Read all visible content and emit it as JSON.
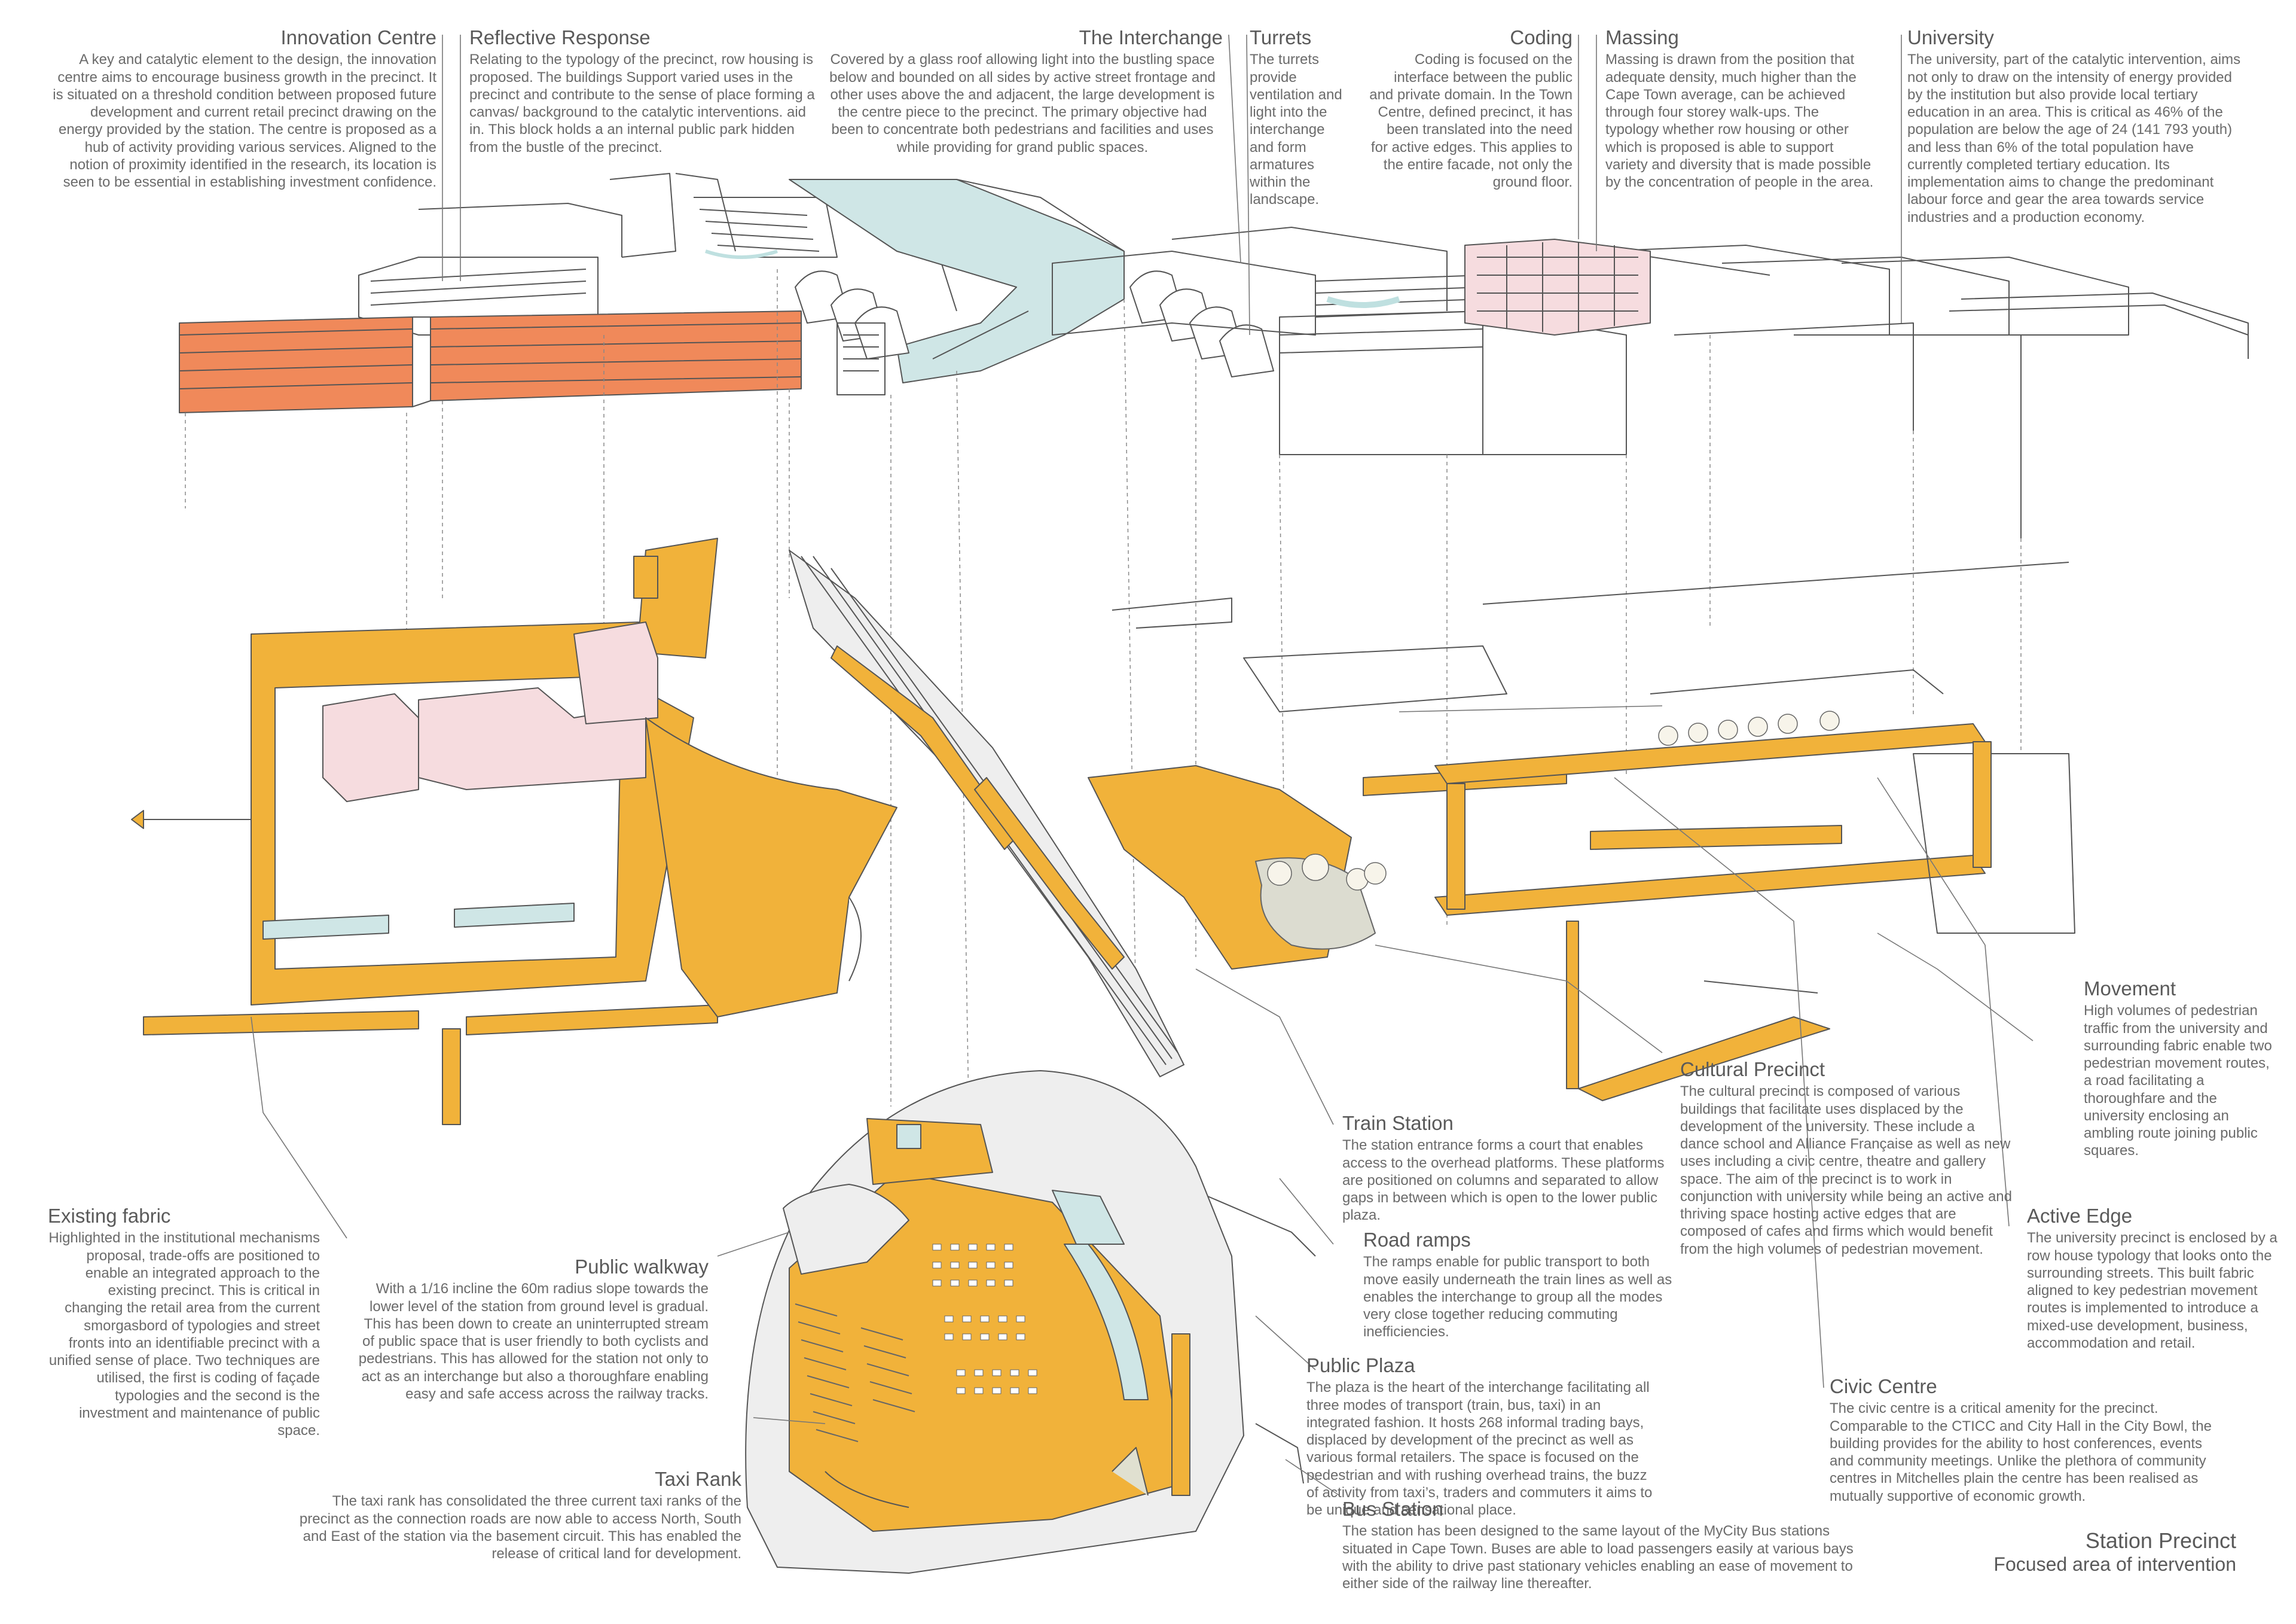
{
  "annotations": {
    "innovation_centre": {
      "title": "Innovation Centre",
      "body": "A key and catalytic element to the design, the innovation centre aims to encourage business growth in the precinct. It is situated on a threshold condition between proposed future development and current retail precinct drawing on the energy provided by the station. The centre is proposed as a hub of activity providing various services. Aligned to the notion of proximity identified in the research, its location is seen to be essential in establishing investment confidence."
    },
    "reflective_response": {
      "title": "Reflective Response",
      "body": "Relating to the typology of the precinct, row housing is proposed. The buildings Support varied uses in the precinct and contribute to the sense of place forming a canvas/ background to the catalytic interventions. aid in. This block holds a an internal public park hidden from the bustle of the precinct."
    },
    "interchange": {
      "title": "The Interchange",
      "body": "Covered by a glass roof allowing light into the bustling space below and bounded on all sides by active street frontage and other uses above the and adjacent, the large development is the centre piece to the precinct. The primary objective had been to concentrate both pedestrians and facilities and uses while providing for grand public spaces."
    },
    "turrets": {
      "title": "Turrets",
      "body": "The turrets provide ventilation and light into the interchange and form armatures within the landscape."
    },
    "coding": {
      "title": "Coding",
      "body": "Coding is focused on the interface between the public and private domain. In the Town Centre, defined precinct, it has been translated into the need for active edges. This applies to the entire facade, not only the ground floor."
    },
    "massing": {
      "title": "Massing",
      "body": "Massing is drawn from the position that adequate density, much higher than the Cape Town average, can be achieved through four storey walk-ups. The typology whether row housing or other which is proposed is able to support variety and diversity that is made possible by the concentration of people in the area."
    },
    "university": {
      "title": "University",
      "body": "The university, part of the catalytic intervention, aims not only to draw on the intensity of energy provided by the institution but also provide local tertiary education in an area. This is critical as 46% of the population are below the age of 24 (141 793 youth) and less than 6% of the total population have currently completed tertiary education. Its implementation aims to change the predominant labour force and gear the area towards service industries and a production economy."
    },
    "movement": {
      "title": "Movement",
      "body": "High volumes of pedestrian traffic from the university and surrounding fabric enable two pedestrian movement routes, a road facilitating a thoroughfare and the university enclosing an ambling route joining public squares."
    },
    "cultural_precinct": {
      "title": "Cultural Precinct",
      "body": "The cultural precinct is composed of various buildings that facilitate uses displaced by the development of the university. These include a dance school and Alliance Française as well as new uses including a civic centre, theatre and gallery space. The aim of the precinct is to work in conjunction with university while being an active and thriving space hosting active edges that are composed of cafes and firms which would benefit from the high volumes of pedestrian movement."
    },
    "active_edge": {
      "title": "Active Edge",
      "body": "The university precinct is enclosed by a row house typology that looks onto the surrounding streets. This built fabric aligned to key pedestrian movement routes is implemented to introduce a mixed-use development, business, accommodation and retail."
    },
    "train_station": {
      "title": "Train Station",
      "body": "The station entrance forms a court that enables access to the overhead platforms. These platforms are positioned on columns and separated to allow gaps in between which is open to the lower public plaza."
    },
    "road_ramps": {
      "title": "Road ramps",
      "body": "The ramps enable for public transport to both move easily underneath the train lines as well as enables the interchange to group all the modes very close together reducing commuting inefficiencies."
    },
    "existing_fabric": {
      "title": "Existing fabric",
      "body": "Highlighted in the institutional mechanisms proposal, trade-offs are positioned to enable an integrated approach to the existing precinct. This is critical in changing the retail area from the current smorgasbord of typologies and street fronts into an identifiable precinct with a unified sense of place. Two techniques are utilised, the first is coding of façade typologies and the second is the investment and maintenance of public space."
    },
    "public_walkway": {
      "title": "Public walkway",
      "body": "With a 1/16 incline the 60m radius slope towards the lower level of the station from ground level is gradual. This has been down to create an uninterrupted stream of public space that is user friendly to both cyclists and pedestrians. This has allowed for the station not only to act as an interchange but also a thoroughfare enabling easy and safe access across the railway tracks."
    },
    "public_plaza": {
      "title": "Public Plaza",
      "body": "The plaza is the heart of the interchange facilitating all three modes of transport (train, bus, taxi) in an integrated fashion. It hosts 268 informal trading bays, displaced by development of the precinct as well as various formal retailers. The space is focused on the pedestrian and with rushing overhead trains, the buzz of activity from taxi’s, traders and commuters it aims to be unique and sensational place."
    },
    "civic_centre": {
      "title": "Civic Centre",
      "body": "The civic centre is a critical amenity for the precinct. Comparable to the CTICC and City Hall in the City Bowl, the building provides for the ability to host conferences, events and community meetings. Unlike the plethora of community centres in Mitchelles plain the centre has been realised as mutually supportive of economic growth."
    },
    "taxi_rank": {
      "title": "Taxi Rank",
      "body": "The taxi rank has consolidated the three current taxi ranks of the precinct as the connection roads are now able to access North, South and East of the station via the basement circuit. This has enabled the release of critical land for development."
    },
    "bus_station": {
      "title": "Bus Station",
      "body": "The station has been designed to the same layout of the MyCity Bus stations situated in Cape Town. Buses are able to load passengers easily at various bays with the ability to drive past stationary vehicles enabling an ease of movement to either side of the railway line thereafter."
    }
  },
  "sheet": {
    "title": "Station Precinct",
    "subtitle": "Focused area of intervention"
  },
  "colors": {
    "public_space": "#f1b23a",
    "roof_block": "#f0895a",
    "pink_building": "#f6dcdf",
    "water": "#cfe6e6",
    "line": "#555555",
    "leader": "#777777",
    "text": "#6b6b6b"
  }
}
